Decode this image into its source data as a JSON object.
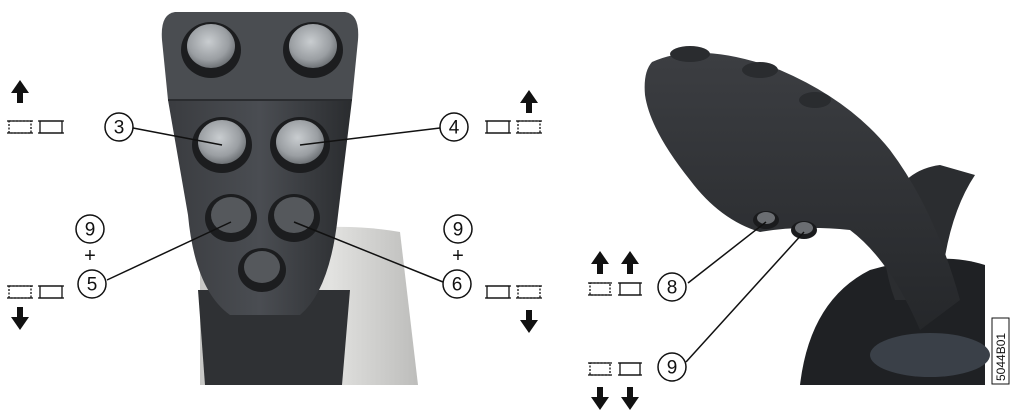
{
  "callouts": {
    "c3": "3",
    "c4": "4",
    "c5": "5",
    "c6": "6",
    "c8": "8",
    "c9_left": "9",
    "c9_right": "9",
    "c9_side": "9"
  },
  "plus_sign": "+",
  "figure_id": "5044B01",
  "colors": {
    "handle_dark": "#2e3033",
    "handle_mid": "#45484c",
    "button_face": "#a9adb0",
    "button_rim": "#1c1d1f",
    "base_light": "#d6d6d4",
    "ink": "#111111"
  },
  "icons": [
    "arrow-up-icon",
    "arrow-down-icon",
    "dashed-block-icon",
    "solid-block-icon"
  ]
}
